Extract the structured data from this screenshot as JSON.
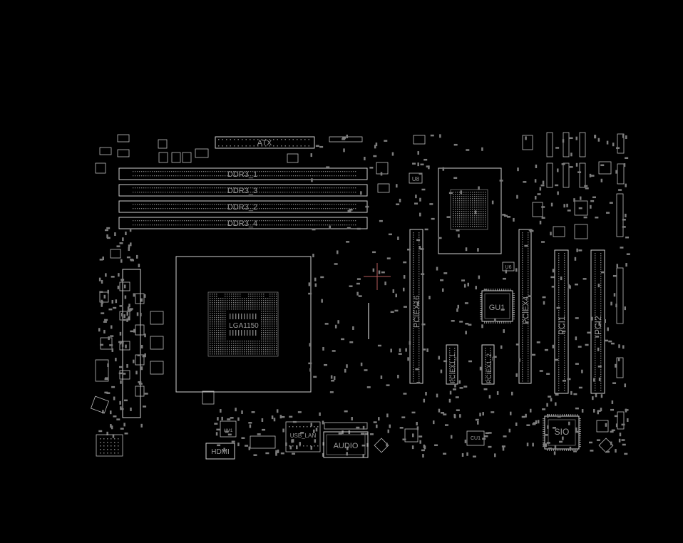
{
  "board": {
    "labels": {
      "atx": "ATX",
      "ddr3_1": "DDR3_1",
      "ddr3_3": "DDR3_3",
      "ddr3_2": "DDR3_2",
      "ddr3_4": "DDR3_4",
      "cpu_socket": "LGA1150",
      "pciex16": "PCIEX16",
      "pciex4": "PCIEX4",
      "pciex1_1": "PCIEX1_1",
      "pciex1_2": "PCIEX1_2",
      "pci1": "PCI1",
      "pci2": "PCI2",
      "gu1": "GU1",
      "sio": "SIO",
      "audio": "AUDIO",
      "usb_lan": "USB_LAN",
      "hdmi": "HDMI",
      "u8": "U8",
      "u6": "U6",
      "cu1": "CU1"
    },
    "colors": {
      "background": "#000000",
      "outline": "#cfcfcf",
      "label": "#9a9a9a",
      "crosshair": "#b45a5a"
    }
  }
}
